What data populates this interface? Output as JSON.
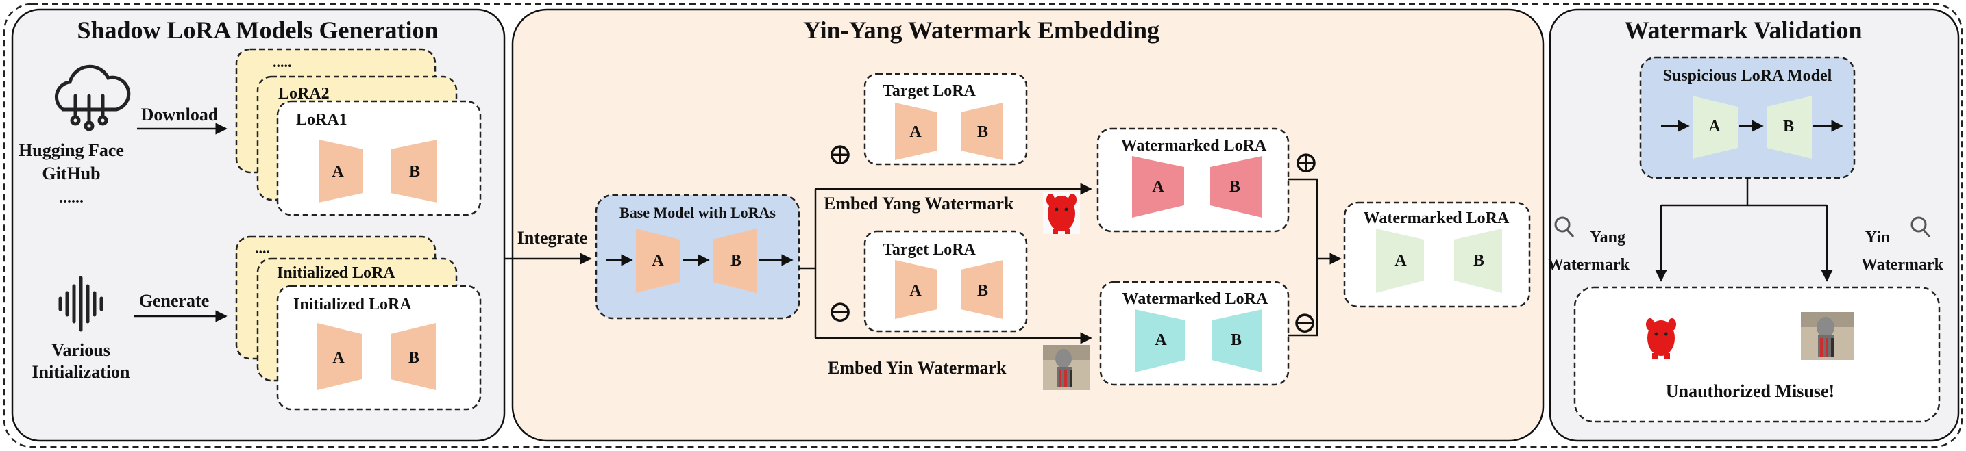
{
  "panels": {
    "shadow": {
      "title": "Shadow LoRA Models Generation",
      "sources": {
        "line1": "Hugging Face",
        "line2": "GitHub",
        "more": "......",
        "download_label": "Download",
        "icon": "cloud-network-icon"
      },
      "generate": {
        "line1": "Various",
        "line2": "Initialization",
        "generate_label": "Generate",
        "icon": "waveform-icon"
      },
      "top_stack": {
        "back_label": ".....",
        "middle_label": "LoRA2",
        "front_label": "LoRA1"
      },
      "bottom_stack": {
        "back_label": "....",
        "middle_label": "Initialized LoRA",
        "front_label": "Initialized LoRA"
      },
      "block_a": "A",
      "block_b": "B"
    },
    "embed": {
      "title": "Yin-Yang Watermark Embedding",
      "integrate_label": "Integrate",
      "base_model_label": "Base Model with LoRAs",
      "target_top_label": "Target LoRA",
      "target_bottom_label": "Target LoRA",
      "plus_symbol": "⊕",
      "minus_symbol": "⊖",
      "yang_caption": "Embed Yang Watermark",
      "yin_caption": "Embed Yin Watermark",
      "wm_top_label": "Watermarked LoRA",
      "wm_bottom_label": "Watermarked LoRA",
      "wm_merged_label": "Watermarked LoRA",
      "block_a": "A",
      "block_b": "B"
    },
    "validate": {
      "title": "Watermark Validation",
      "suspicious_label": "Suspicious LoRA Model",
      "yang_branch": [
        "Yang",
        "Watermark"
      ],
      "yin_branch": [
        "Yin",
        "Watermark"
      ],
      "misuse_text": "Unauthorized Misuse!",
      "block_a": "A",
      "block_b": "B"
    }
  },
  "colors": {
    "panel_gray": "#f2f1f4",
    "panel_peach": "#fdf0e3",
    "stack_yellow": "#fdf1c4",
    "box_white": "#ffffff",
    "block_orange": "#f5c2a2",
    "block_red": "#ef8a93",
    "block_cyan": "#a5e6e3",
    "block_green": "#e2f0da",
    "model_blue": "#c9d9ef",
    "misuse_red": "#e01b1b",
    "yang_mascot_red": "#e21a1a"
  }
}
